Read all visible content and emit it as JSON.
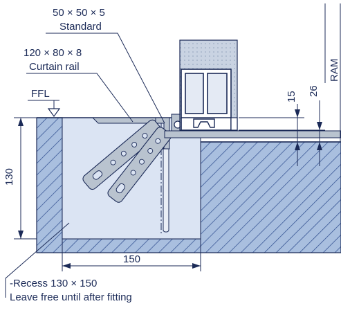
{
  "labels": {
    "standard_size": "50 × 50 × 5",
    "standard_name": "Standard",
    "curtain_size": "120 × 80 × 8",
    "curtain_name": "Curtain rail",
    "ffl": "FFL",
    "ram": "RAM",
    "recess_line1": "-Recess 130 × 150",
    "recess_line2": "Leave free until after fitting"
  },
  "dimensions": {
    "height_130": "130",
    "width_150": "150",
    "gap_15": "15",
    "gap_26": "26"
  },
  "colors": {
    "stroke": "#1b2a57",
    "hatch": "#2b4a8c",
    "concrete_fill": "#a9bfdf",
    "recess_fill": "#dbe4f3",
    "steel_fill": "#b9c3cf",
    "frame_fill": "#ffffff"
  }
}
